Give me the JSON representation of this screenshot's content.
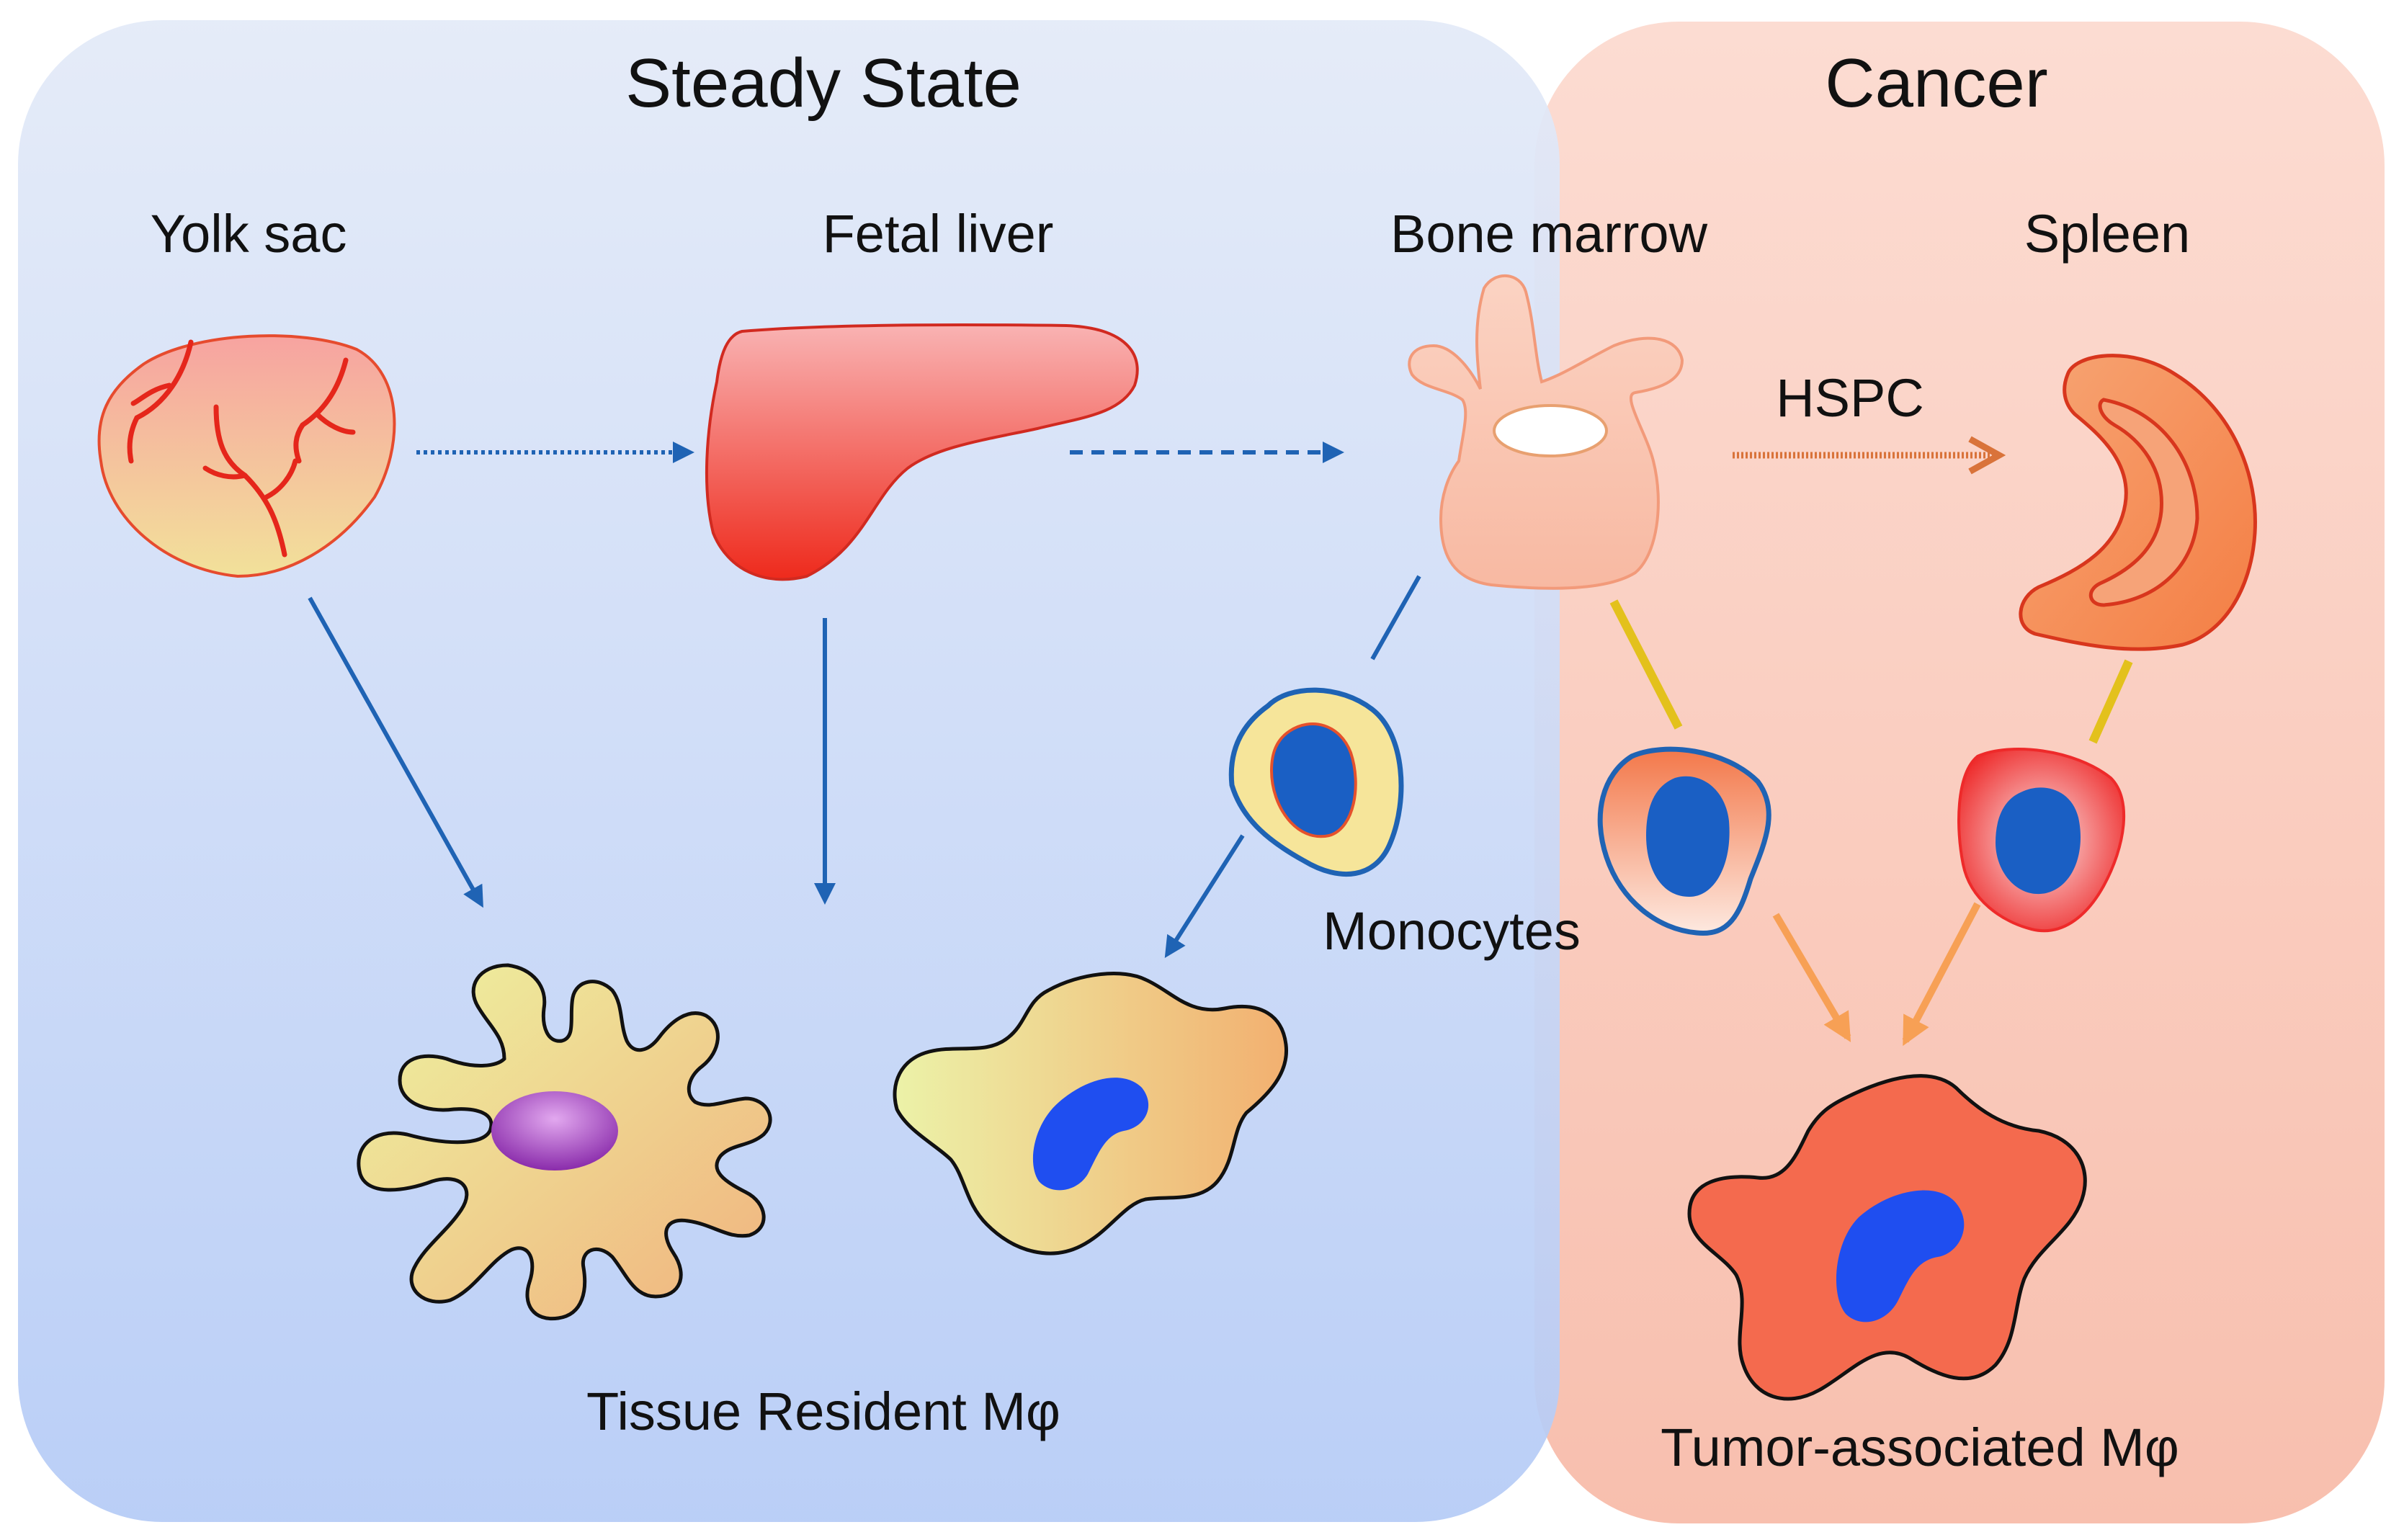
{
  "panels": {
    "steady_state": {
      "title": "Steady State"
    },
    "cancer": {
      "title": "Cancer"
    }
  },
  "sites": {
    "yolk_sac": "Yolk sac",
    "fetal_liver": "Fetal liver",
    "bone_marrow": "Bone marrow",
    "spleen": "Spleen"
  },
  "labels": {
    "hspc": "HSPC",
    "monocytes": "Monocytes",
    "tissue_resident": "Tissue Resident Mφ",
    "tumor_associated": "Tumor-associated Mφ"
  },
  "colors": {
    "steady_state_panel_top": "#dfe8f8",
    "steady_state_panel_bottom": "#b8cdf5",
    "cancer_panel_top": "#fbd9cf",
    "cancer_panel_bottom": "#f8c0b0",
    "steady_arrow": "#1f63b4",
    "cancer_arrow": "#f7a055",
    "hspc_arrow": "#d9733a",
    "yellow_connector": "#e3c11c",
    "nucleus_blue": "#1f4ef0"
  },
  "icons": [
    "yolk-sac-icon",
    "fetal-liver-icon",
    "bone-marrow-icon",
    "spleen-icon",
    "monocyte-icon",
    "macrophage-icon"
  ]
}
